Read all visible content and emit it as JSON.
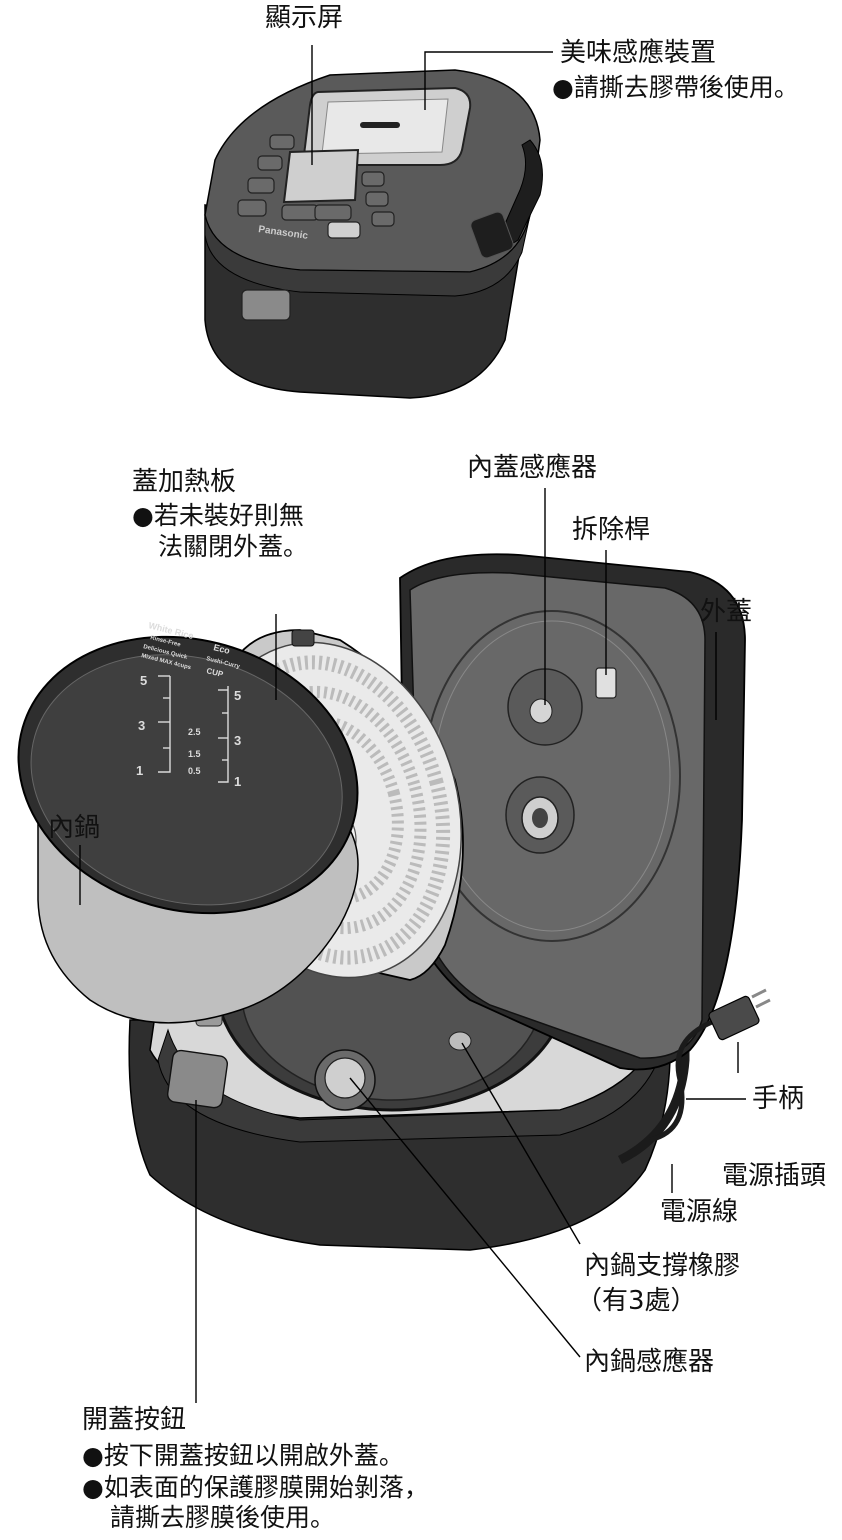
{
  "labels": {
    "display": "顯示屏",
    "taste_sensor": "美味感應裝置",
    "taste_sensor_note": "●請撕去膠帶後使用。",
    "heating_plate": "蓋加熱板",
    "heating_plate_note_1": "●若未裝好則無",
    "heating_plate_note_2": "法關閉外蓋。",
    "inner_lid_sensor": "內蓋感應器",
    "release_lever": "拆除桿",
    "outer_lid": "外蓋",
    "inner_pot": "內鍋",
    "handle": "手柄",
    "power_plug": "電源插頭",
    "power_cord": "電源線",
    "pot_support_rubber": "內鍋支撐橡膠",
    "pot_support_rubber_note": "（有3處）",
    "pot_sensor": "內鍋感應器",
    "open_button": "開蓋按鈕",
    "open_button_note_1": "●按下開蓋按鈕以開啟外蓋。",
    "open_button_note_2": "●如表面的保護膠膜開始剝落，",
    "open_button_note_3": "請撕去膠膜後使用。"
  },
  "product_text": {
    "brand": "Panasonic",
    "pot_white_rice": "White Rice",
    "pot_rinse_free": "Rinse-Free",
    "pot_delicious": "Delicious Quick",
    "pot_mixed": "Mixed MAX 4cups",
    "pot_eco": "Eco",
    "pot_sushi": "Sushi-Curry",
    "pot_cup": "CUP",
    "pot_left_scale": [
      "5",
      "3",
      "1"
    ],
    "pot_mid_scale": [
      "2.5",
      "1.5",
      "0.5"
    ],
    "pot_right_scale": [
      "5",
      "3",
      "1"
    ]
  },
  "colors": {
    "body_dark": "#2b2b2b",
    "body_mid": "#4a4a4a",
    "panel_silver": "#9a9a9a",
    "plate_light": "#d9d9d9",
    "line": "#000000"
  }
}
